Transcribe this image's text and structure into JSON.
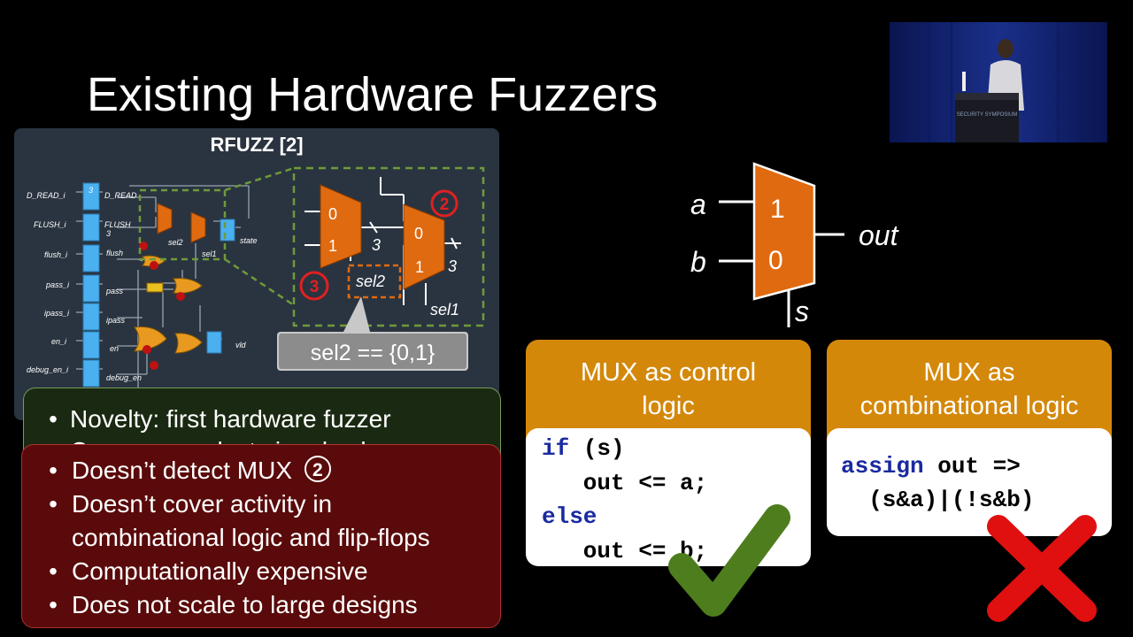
{
  "slide": {
    "title": "Existing Hardware Fuzzers"
  },
  "rfuzz": {
    "title": "RFUZZ [2]",
    "inputs": [
      "D_READ_i",
      "FLUSH_i",
      "flush_i",
      "pass_i",
      "ipass_i",
      "en_i",
      "debug_en_i"
    ],
    "wire_labels": [
      "D_READ",
      "FLUSH",
      "flush",
      "pass",
      "ipass",
      "en",
      "debug_en",
      "state",
      "vld",
      "sel2",
      "sel1"
    ],
    "bus_width": "3",
    "zoom_sel2": "sel2",
    "zoom_sel1": "sel1",
    "mux_input_0": "0",
    "mux_input_1": "1",
    "marker_2": "2",
    "marker_3": "3",
    "tooltip": "sel2 == {0,1}"
  },
  "novelty": {
    "items": [
      "Novelty: first hardware fuzzer",
      "Coverage: select signal values"
    ]
  },
  "drawbacks": {
    "item1_text": "Doesn’t detect MUX",
    "item1_marker": "2",
    "item2_line1": "Doesn’t cover activity in",
    "item2_line2": "combinational logic and flip-flops",
    "item3": "Computationally expensive",
    "item4": "Does not scale to large designs"
  },
  "mux_diagram": {
    "input_a": "a",
    "input_b": "b",
    "output": "out",
    "select": "s",
    "label_1": "1",
    "label_0": "0"
  },
  "card_control": {
    "header_line1": "MUX as control",
    "header_line2": "logic",
    "code_kw_if": "if",
    "code_l1_rest": " (s)",
    "code_l2": "   out <= a;",
    "code_kw_else": "else",
    "code_l4": "   out <= b;",
    "verdict_icon": "checkmark-icon",
    "verdict_color": "#4e7d1e"
  },
  "card_comb": {
    "header_line1": "MUX as",
    "header_line2": "combinational logic",
    "code_kw_assign": "assign",
    "code_l1_rest": " out =>",
    "code_l2": "  (s&a)|(!s&b)",
    "verdict_icon": "cross-icon",
    "verdict_color": "#e01010"
  },
  "colors": {
    "accent_orange": "#e06a10",
    "card_header": "#d4880a",
    "dashed_green": "#6e9a3a",
    "drawback_bg": "#5a0a0a",
    "novelty_bg": "#1a2a12"
  }
}
